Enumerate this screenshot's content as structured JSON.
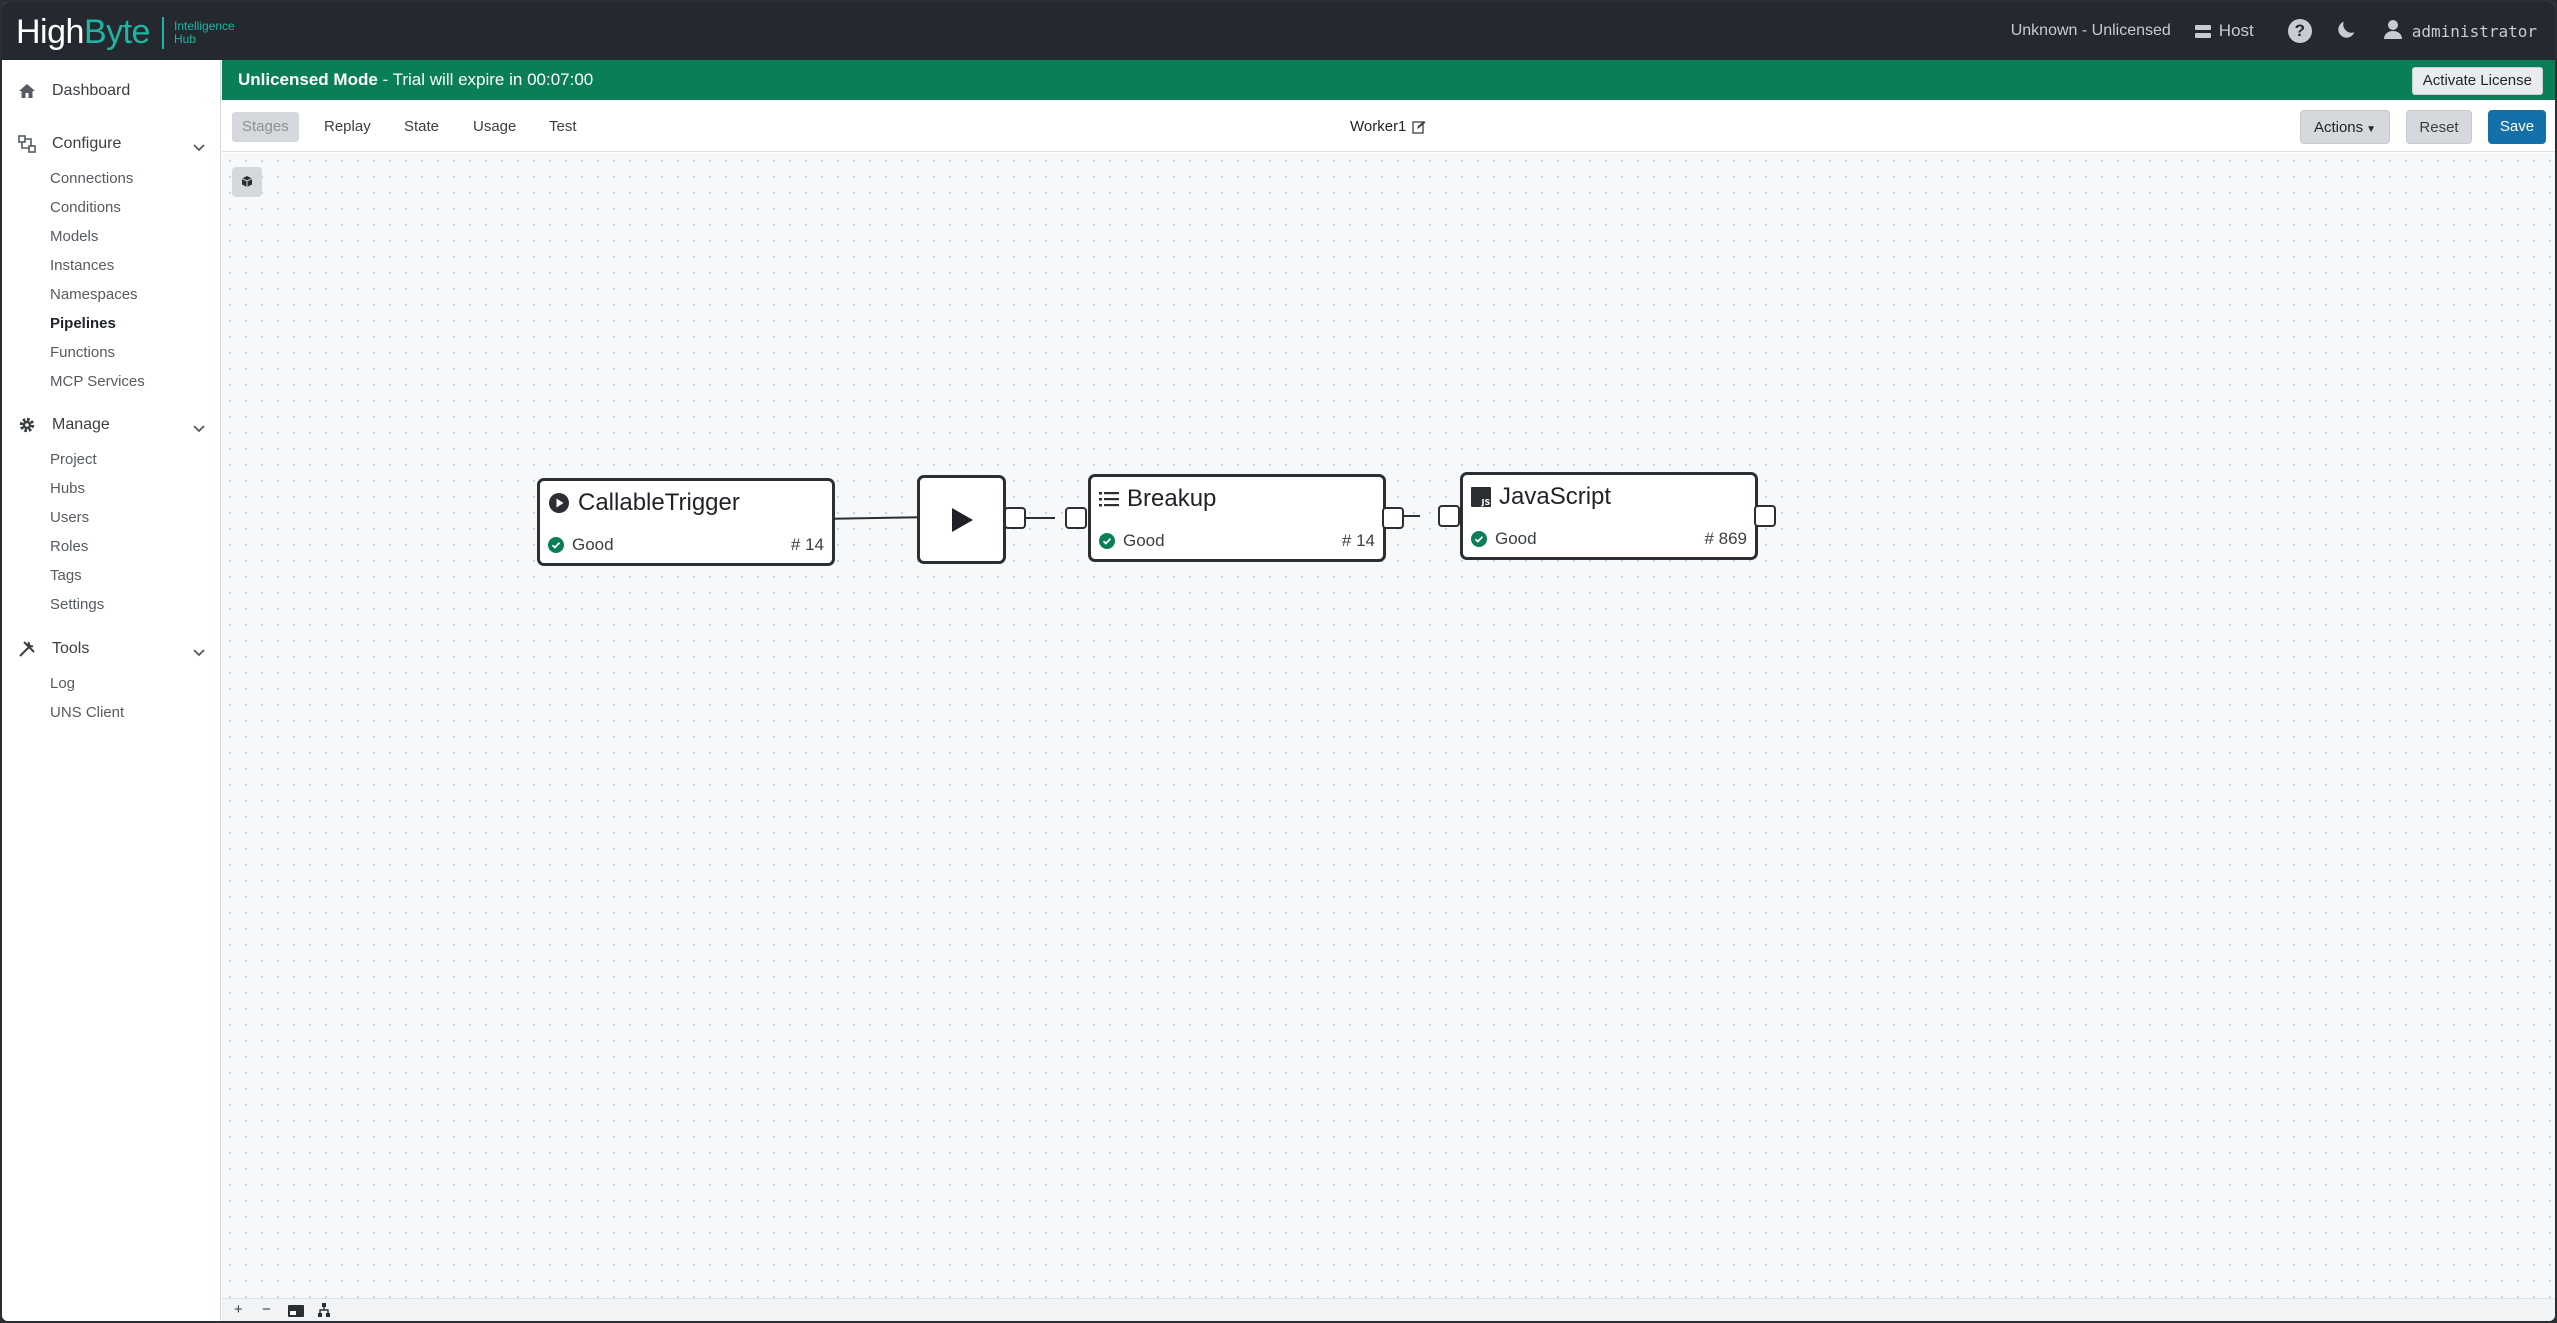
{
  "app": {
    "logo_main": "High",
    "logo_accent": "Byte",
    "logo_sub_1": "Intelligence",
    "logo_sub_2": "Hub",
    "license_status": "Unknown - Unlicensed",
    "host_label": "Host",
    "help_label": "?",
    "user_name": "administrator"
  },
  "sidebar": {
    "dashboard": "Dashboard",
    "configure": {
      "label": "Configure",
      "items": [
        "Connections",
        "Conditions",
        "Models",
        "Instances",
        "Namespaces",
        "Pipelines",
        "Functions",
        "MCP Services"
      ]
    },
    "manage": {
      "label": "Manage",
      "items": [
        "Project",
        "Hubs",
        "Users",
        "Roles",
        "Tags",
        "Settings"
      ]
    },
    "tools": {
      "label": "Tools",
      "items": [
        "Log",
        "UNS Client"
      ]
    }
  },
  "banner": {
    "mode": "Unlicensed Mode",
    "message": " - Trial will expire in 00:07:00",
    "activate_label": "Activate License"
  },
  "toolbar": {
    "tabs": [
      "Stages",
      "Replay",
      "State",
      "Usage",
      "Test"
    ],
    "pipeline_name": "Worker1",
    "actions_label": "Actions",
    "reset_label": "Reset",
    "save_label": "Save"
  },
  "nodes": {
    "trigger": {
      "title": "CallableTrigger",
      "status": "Good",
      "count": "# 14"
    },
    "breakup": {
      "title": "Breakup",
      "status": "Good",
      "count": "# 14"
    },
    "javascript": {
      "title": "JavaScript",
      "status": "Good",
      "count": "# 869"
    }
  },
  "bottom": {
    "zoom_in": "+",
    "zoom_out": "−"
  },
  "colors": {
    "topbar": "#23292f",
    "accent": "#1fb5a3",
    "banner": "#0a7f57",
    "save": "#1470a8",
    "good": "#0a7f57"
  }
}
